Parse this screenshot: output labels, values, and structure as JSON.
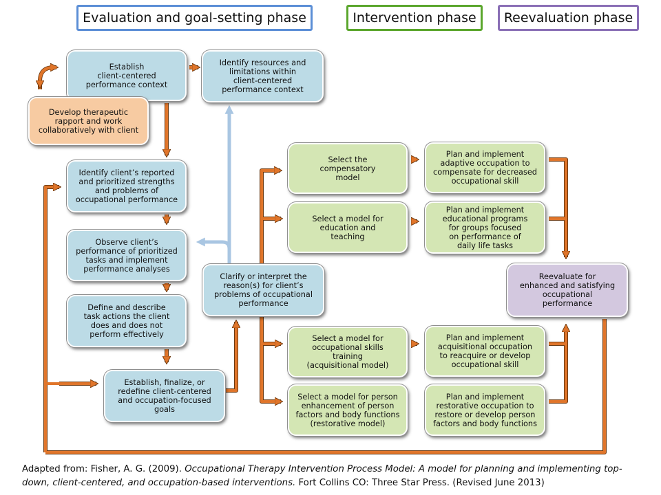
{
  "phases": {
    "evaluation": "Evaluation and goal-setting phase",
    "intervention": "Intervention phase",
    "reevaluation": "Reevaluation phase"
  },
  "boxes": {
    "establish_context": "Establish\nclient-centered\nperformance context",
    "identify_resources": "Identify resources and\nlimitations within\nclient-centered\nperformance context",
    "develop_rapport": "Develop therapeutic\nrapport and work\ncollaboratively with client",
    "identify_strengths": "Identify client’s reported\nand prioritized strengths\nand problems of\noccupational performance",
    "observe_performance": "Observe client’s\nperformance of prioritized\ntasks and implement\nperformance analyses",
    "define_task_actions": "Define and describe\ntask actions the client\ndoes and does not\nperform effectively",
    "establish_goals": "Establish, finalize, or\nredefine client-centered\nand occupation-focused\ngoals",
    "clarify_reasons": "Clarify or interpret the\nreason(s) for client’s\nproblems of occupational\nperformance",
    "select_compensatory": "Select the\ncompensatory\nmodel",
    "select_education": "Select a model for\neducation and\nteaching",
    "select_acquisitional": "Select a model for\noccupational skills\ntraining\n(acquisitional model)",
    "select_restorative": "Select a model for person\nenhancement of person\nfactors and body functions\n(restorative model)",
    "plan_adaptive": "Plan and implement\nadaptive occupation to\ncompensate for decreased\noccupational skill",
    "plan_educational": "Plan and implement\neducational programs\nfor groups focused\non performance of\ndaily life tasks",
    "plan_acquisitional": "Plan and implement\nacquisitional occupation\nto reacquire or develop\noccupational skill",
    "plan_restorative": "Plan and implement\nrestorative occupation to\nrestore or develop person\nfactors and body functions",
    "reevaluate": "Reevaluate for\nenhanced and satisfying\noccupational\nperformance"
  },
  "citation": {
    "prefix": "Adapted from:  Fisher, A. G. (2009).  ",
    "title": "Occupational Therapy Intervention Process Model:  A model for planning and implementing top-down, client-centered, and occupation-based interventions.",
    "suffix": "  Fort Collins CO:  Three Star Press.   (Revised June 2013)"
  },
  "colors": {
    "orange_arrow": "#e0752a",
    "blue_arrow": "#a9c6e2",
    "blue_box": "#bcdbe6",
    "orange_box": "#f7cba2",
    "green_box": "#d4e6b4",
    "purple_box": "#d3c8df"
  }
}
